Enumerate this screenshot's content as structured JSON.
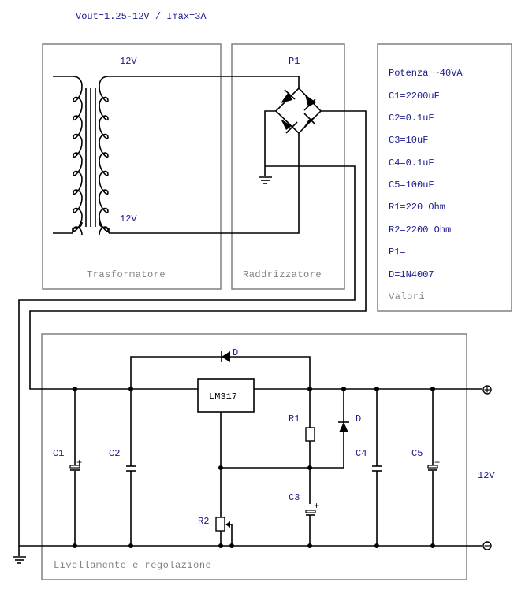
{
  "title": "Vout=1.25-12V / Imax=3A",
  "sections": {
    "transformer": "Trasformatore",
    "rectifier": "Raddrizzatore",
    "values": "Valori",
    "regulation": "Livellamento e  regolazione"
  },
  "transformer_labels": {
    "top": "12V",
    "bottom": "12V"
  },
  "bridge_label": "P1",
  "values_list": [
    "Potenza ~40VA",
    "C1=2200uF",
    "C2=0.1uF",
    "C3=10uF",
    "C4=0.1uF",
    "C5=100uF",
    "R1=220 Ohm",
    "R2=2200 Ohm",
    "P1=",
    "D=1N4007"
  ],
  "components": {
    "ic": "LM317",
    "c1": "C1",
    "c2": "C2",
    "c3": "C3",
    "c4": "C4",
    "c5": "C5",
    "r1": "R1",
    "r2": "R2",
    "d_top": "D",
    "d_side": "D"
  },
  "output": {
    "voltage": "12V",
    "plus": "+",
    "minus": "−"
  },
  "colors": {
    "label": "#1a1a8c",
    "section": "#808080",
    "wire": "#000000"
  }
}
